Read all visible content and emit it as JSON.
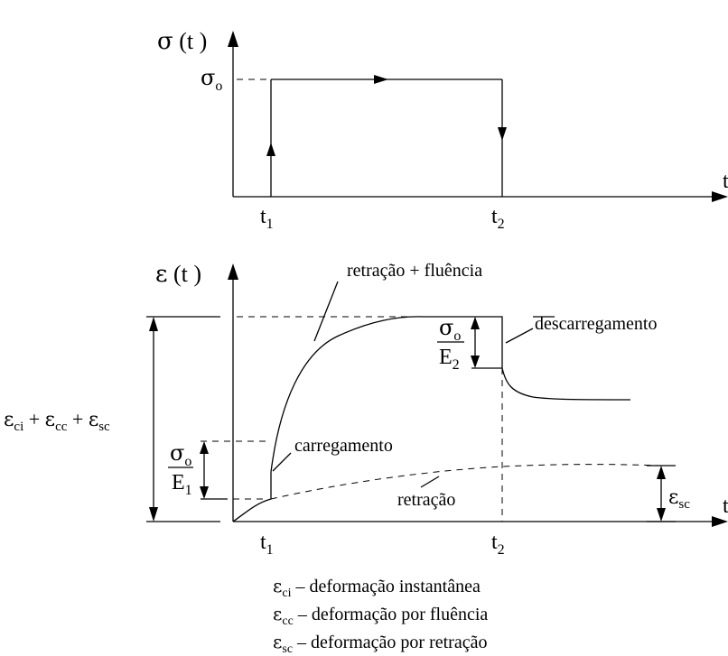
{
  "top_graph": {
    "y_label_sym": "σ",
    "y_label_arg": "(t )",
    "x_label": "t",
    "sigma0_sym": "σ",
    "sigma0_sub": "o",
    "t1_base": "t",
    "t1_sub": "1",
    "t2_base": "t",
    "t2_sub": "2"
  },
  "bottom_graph": {
    "y_label_sym": "ε",
    "y_label_arg": "(t )",
    "x_label": "t",
    "t1_base": "t",
    "t1_sub": "1",
    "t2_base": "t",
    "t2_sub": "2",
    "annot_creep": "retração + fluência",
    "annot_unloading": "descarregamento",
    "annot_loading": "carregamento",
    "annot_shrinkage": "retração",
    "frac_top_num_sym": "σ",
    "frac_top_num_sub": "o",
    "frac_top_den_base": "E",
    "frac_top_den_sub": "2",
    "frac_bot_num_sym": "σ",
    "frac_bot_num_sub": "o",
    "frac_bot_den_base": "E",
    "frac_bot_den_sub": "1",
    "total": {
      "e1": "ε",
      "s1": "ci",
      "p1": " + ",
      "e2": "ε",
      "s2": "cc",
      "p2": " + ",
      "e3": "ε",
      "s3": "sc"
    },
    "esc_sym": "ε",
    "esc_sub": "sc"
  },
  "legend": [
    {
      "sym": "ε",
      "sub": "ci",
      "text": " – deformação instantânea"
    },
    {
      "sym": "ε",
      "sub": "cc",
      "text": " – deformação por fluência"
    },
    {
      "sym": "ε",
      "sub": "sc",
      "text": " – deformação por retração"
    }
  ]
}
